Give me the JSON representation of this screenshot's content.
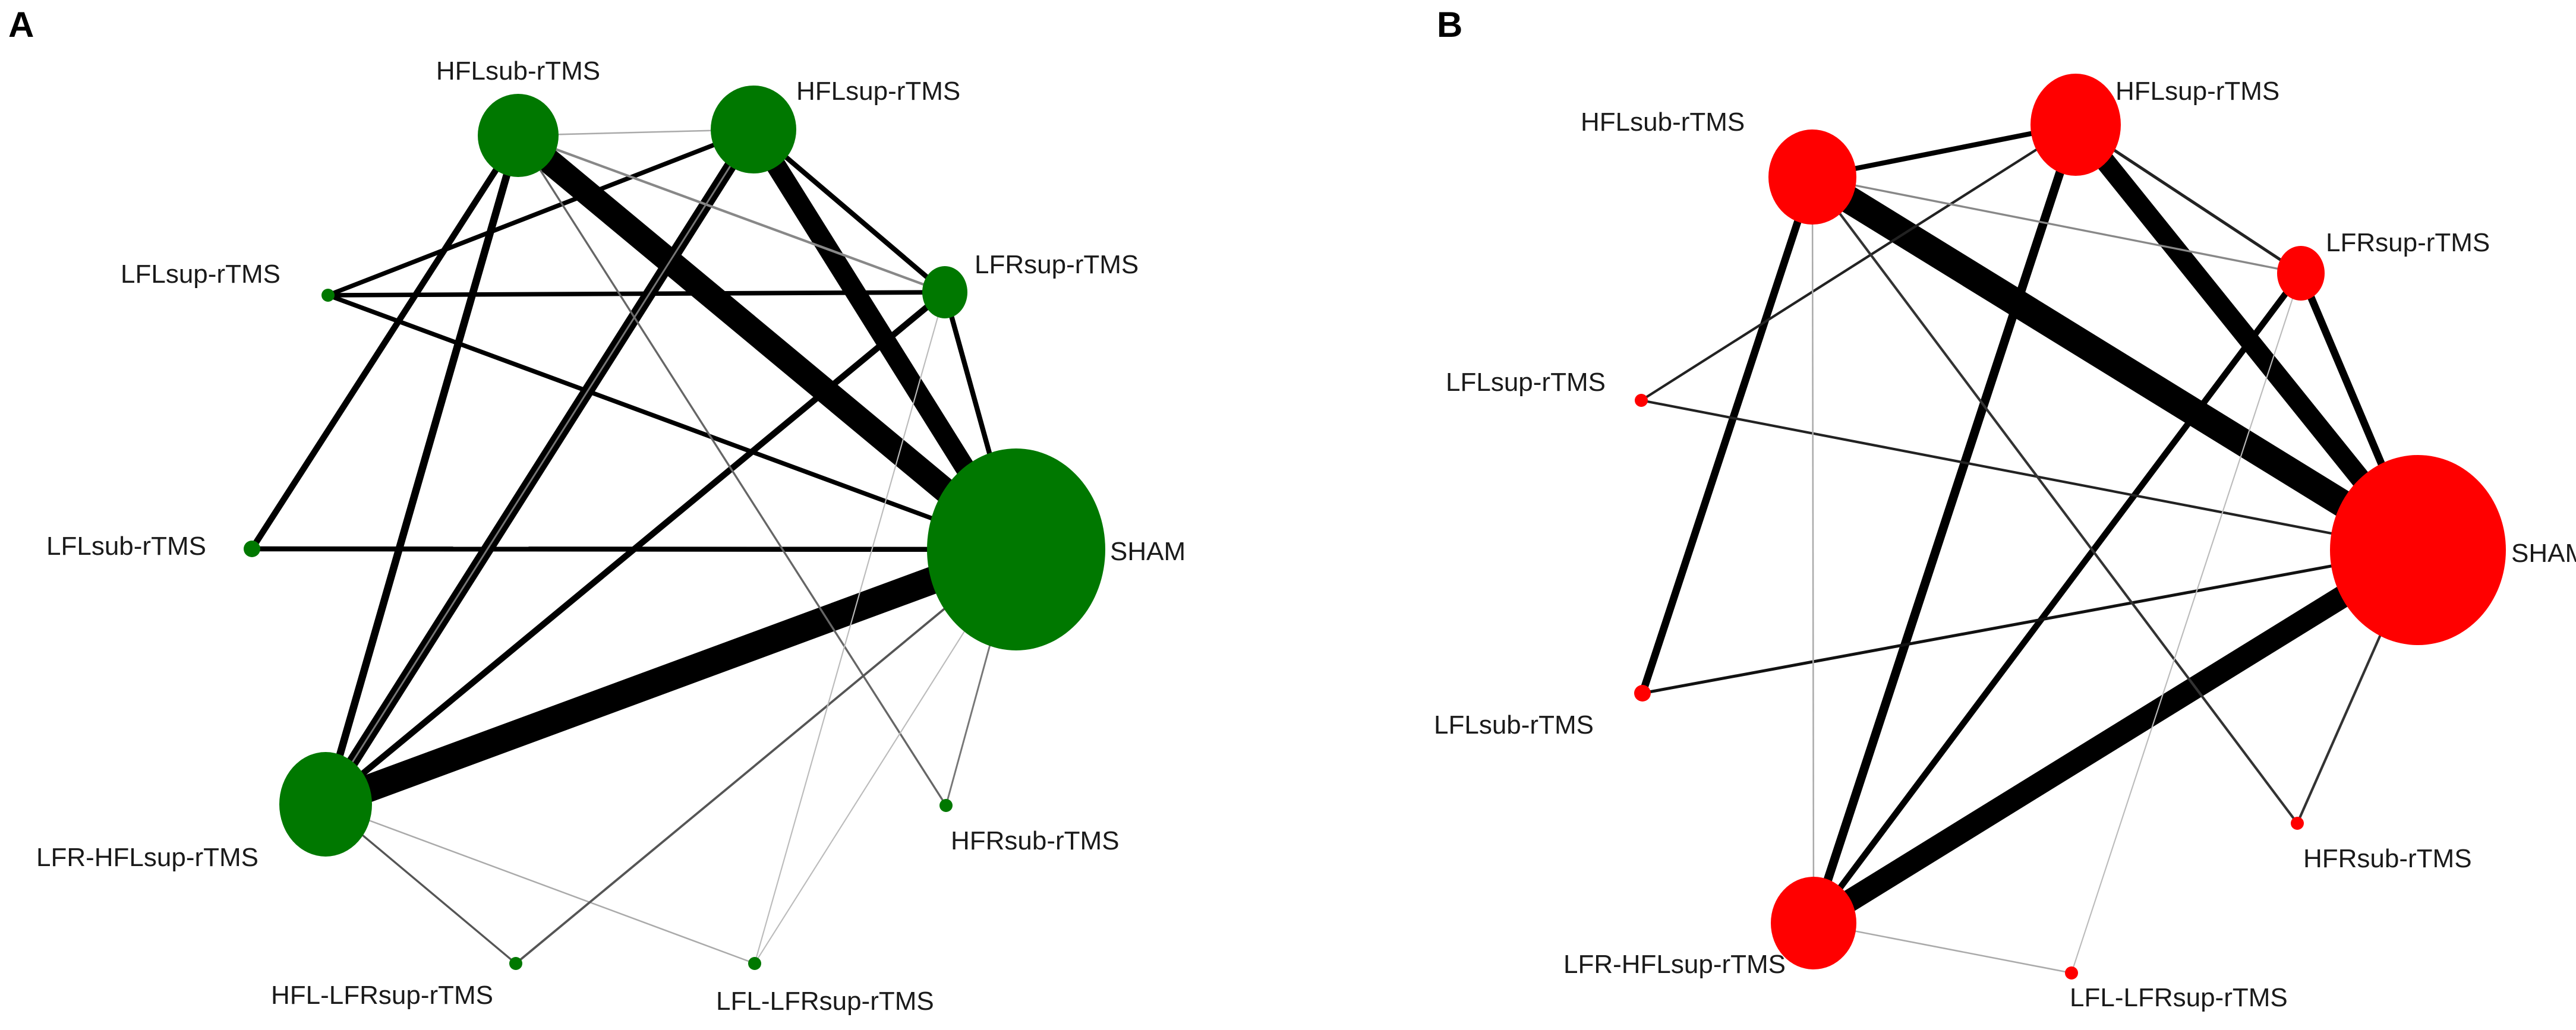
{
  "panels": [
    {
      "id": "A",
      "letter": "A",
      "node_color": "#007800",
      "nodes": [
        {
          "id": "HFLsub",
          "label": "HFLsub-rTMS",
          "weight": 5
        },
        {
          "id": "HFLsup",
          "label": "HFLsup-rTMS",
          "weight": 6
        },
        {
          "id": "LFRsup",
          "label": "LFRsup-rTMS",
          "weight": 2.5
        },
        {
          "id": "SHAM",
          "label": "SHAM",
          "weight": 30
        },
        {
          "id": "HFRsub",
          "label": "HFRsub-rTMS",
          "weight": 0.6
        },
        {
          "id": "LFL-LFRsup",
          "label": "LFL-LFRsup-rTMS",
          "weight": 0.6
        },
        {
          "id": "HFL-LFRsup",
          "label": "HFL-LFRsup-rTMS",
          "weight": 0.6
        },
        {
          "id": "LFR-HFLsup",
          "label": "LFR-HFLsup-rTMS",
          "weight": 8
        },
        {
          "id": "LFLsub",
          "label": "LFLsub-rTMS",
          "weight": 0.8
        },
        {
          "id": "LFLsup",
          "label": "LFLsup-rTMS",
          "weight": 0.6
        }
      ],
      "edges": [
        {
          "from": "HFLsub",
          "to": "SHAM",
          "weight": 10,
          "shade": "#000000"
        },
        {
          "from": "HFLsup",
          "to": "SHAM",
          "weight": 8,
          "shade": "#000000"
        },
        {
          "from": "LFR-HFLsup",
          "to": "SHAM",
          "weight": 11,
          "shade": "#000000"
        },
        {
          "from": "LFR-HFLsup",
          "to": "HFLsup",
          "weight": 5,
          "shade": "#000000"
        },
        {
          "from": "LFR-HFLsup",
          "to": "HFLsub",
          "weight": 3,
          "shade": "#000000"
        },
        {
          "from": "LFR-HFLsup",
          "to": "LFRsup",
          "weight": 2.5,
          "shade": "#000000"
        },
        {
          "from": "LFLsub",
          "to": "HFLsub",
          "weight": 2.5,
          "shade": "#000000"
        },
        {
          "from": "LFLsub",
          "to": "SHAM",
          "weight": 2,
          "shade": "#000000"
        },
        {
          "from": "LFLsup",
          "to": "HFLsup",
          "weight": 1.8,
          "shade": "#000000"
        },
        {
          "from": "LFLsup",
          "to": "LFRsup",
          "weight": 1.8,
          "shade": "#000000"
        },
        {
          "from": "LFLsup",
          "to": "SHAM",
          "weight": 1.8,
          "shade": "#000000"
        },
        {
          "from": "HFLsup",
          "to": "LFRsup",
          "weight": 2,
          "shade": "#000000"
        },
        {
          "from": "LFRsup",
          "to": "SHAM",
          "weight": 2,
          "shade": "#000000"
        },
        {
          "from": "HFLsub",
          "to": "LFRsup",
          "weight": 1,
          "shade": "#888888"
        },
        {
          "from": "HFLsub",
          "to": "HFLsup",
          "weight": 0.6,
          "shade": "#aaaaaa"
        },
        {
          "from": "HFLsub",
          "to": "HFRsub",
          "weight": 0.8,
          "shade": "#666666"
        },
        {
          "from": "HFLsup",
          "to": "LFR-HFLsup",
          "weight": 0.7,
          "shade": "#777777"
        },
        {
          "from": "LFR-HFLsup",
          "to": "HFL-LFRsup",
          "weight": 0.8,
          "shade": "#555555"
        },
        {
          "from": "LFR-HFLsup",
          "to": "LFL-LFRsup",
          "weight": 0.6,
          "shade": "#aaaaaa"
        },
        {
          "from": "HFL-LFRsup",
          "to": "SHAM",
          "weight": 0.9,
          "shade": "#555555"
        },
        {
          "from": "HFRsub",
          "to": "SHAM",
          "weight": 0.7,
          "shade": "#777777"
        },
        {
          "from": "LFL-LFRsup",
          "to": "LFRsup",
          "weight": 0.5,
          "shade": "#bbbbbb"
        },
        {
          "from": "LFL-LFRsup",
          "to": "SHAM",
          "weight": 0.5,
          "shade": "#bbbbbb"
        }
      ]
    },
    {
      "id": "B",
      "letter": "B",
      "node_color": "#ff0000",
      "nodes": [
        {
          "id": "HFLsup",
          "label": "HFLsup-rTMS",
          "weight": 6
        },
        {
          "id": "LFRsup",
          "label": "LFRsup-rTMS",
          "weight": 2.5
        },
        {
          "id": "SHAM",
          "label": "SHAM",
          "weight": 30
        },
        {
          "id": "HFRsub",
          "label": "HFRsub-rTMS",
          "weight": 0.6
        },
        {
          "id": "LFL-LFRsup",
          "label": "LFL-LFRsup-rTMS",
          "weight": 0.6
        },
        {
          "id": "LFR-HFLsup",
          "label": "LFR-HFLsup-rTMS",
          "weight": 7
        },
        {
          "id": "LFLsub",
          "label": "LFLsub-rTMS",
          "weight": 0.8
        },
        {
          "id": "LFLsup",
          "label": "LFLsup-rTMS",
          "weight": 0.6
        },
        {
          "id": "HFLsub",
          "label": "HFLsub-rTMS",
          "weight": 7
        }
      ],
      "edges": [
        {
          "from": "HFLsub",
          "to": "SHAM",
          "weight": 11,
          "shade": "#000000"
        },
        {
          "from": "HFLsup",
          "to": "SHAM",
          "weight": 8,
          "shade": "#000000"
        },
        {
          "from": "LFR-HFLsup",
          "to": "SHAM",
          "weight": 9,
          "shade": "#000000"
        },
        {
          "from": "LFR-HFLsup",
          "to": "HFLsup",
          "weight": 3.5,
          "shade": "#000000"
        },
        {
          "from": "LFR-HFLsup",
          "to": "LFRsup",
          "weight": 2.5,
          "shade": "#000000"
        },
        {
          "from": "HFLsub",
          "to": "LFLsub",
          "weight": 3,
          "shade": "#000000"
        },
        {
          "from": "HFLsub",
          "to": "HFLsup",
          "weight": 2,
          "shade": "#000000"
        },
        {
          "from": "LFRsup",
          "to": "SHAM",
          "weight": 3,
          "shade": "#000000"
        },
        {
          "from": "LFLsub",
          "to": "SHAM",
          "weight": 1.2,
          "shade": "#111111"
        },
        {
          "from": "LFLsup",
          "to": "SHAM",
          "weight": 1,
          "shade": "#222222"
        },
        {
          "from": "LFLsup",
          "to": "HFLsup",
          "weight": 1,
          "shade": "#222222"
        },
        {
          "from": "HFLsup",
          "to": "LFRsup",
          "weight": 1.2,
          "shade": "#222222"
        },
        {
          "from": "HFLsub",
          "to": "LFRsup",
          "weight": 0.8,
          "shade": "#888888"
        },
        {
          "from": "HFLsub",
          "to": "HFRsub",
          "weight": 1,
          "shade": "#333333"
        },
        {
          "from": "HFLsub",
          "to": "LFR-HFLsup",
          "weight": 0.6,
          "shade": "#aaaaaa"
        },
        {
          "from": "HFRsub",
          "to": "SHAM",
          "weight": 1,
          "shade": "#333333"
        },
        {
          "from": "LFR-HFLsup",
          "to": "LFL-LFRsup",
          "weight": 0.6,
          "shade": "#aaaaaa"
        },
        {
          "from": "LFL-LFRsup",
          "to": "LFRsup",
          "weight": 0.5,
          "shade": "#bbbbbb"
        }
      ]
    }
  ]
}
